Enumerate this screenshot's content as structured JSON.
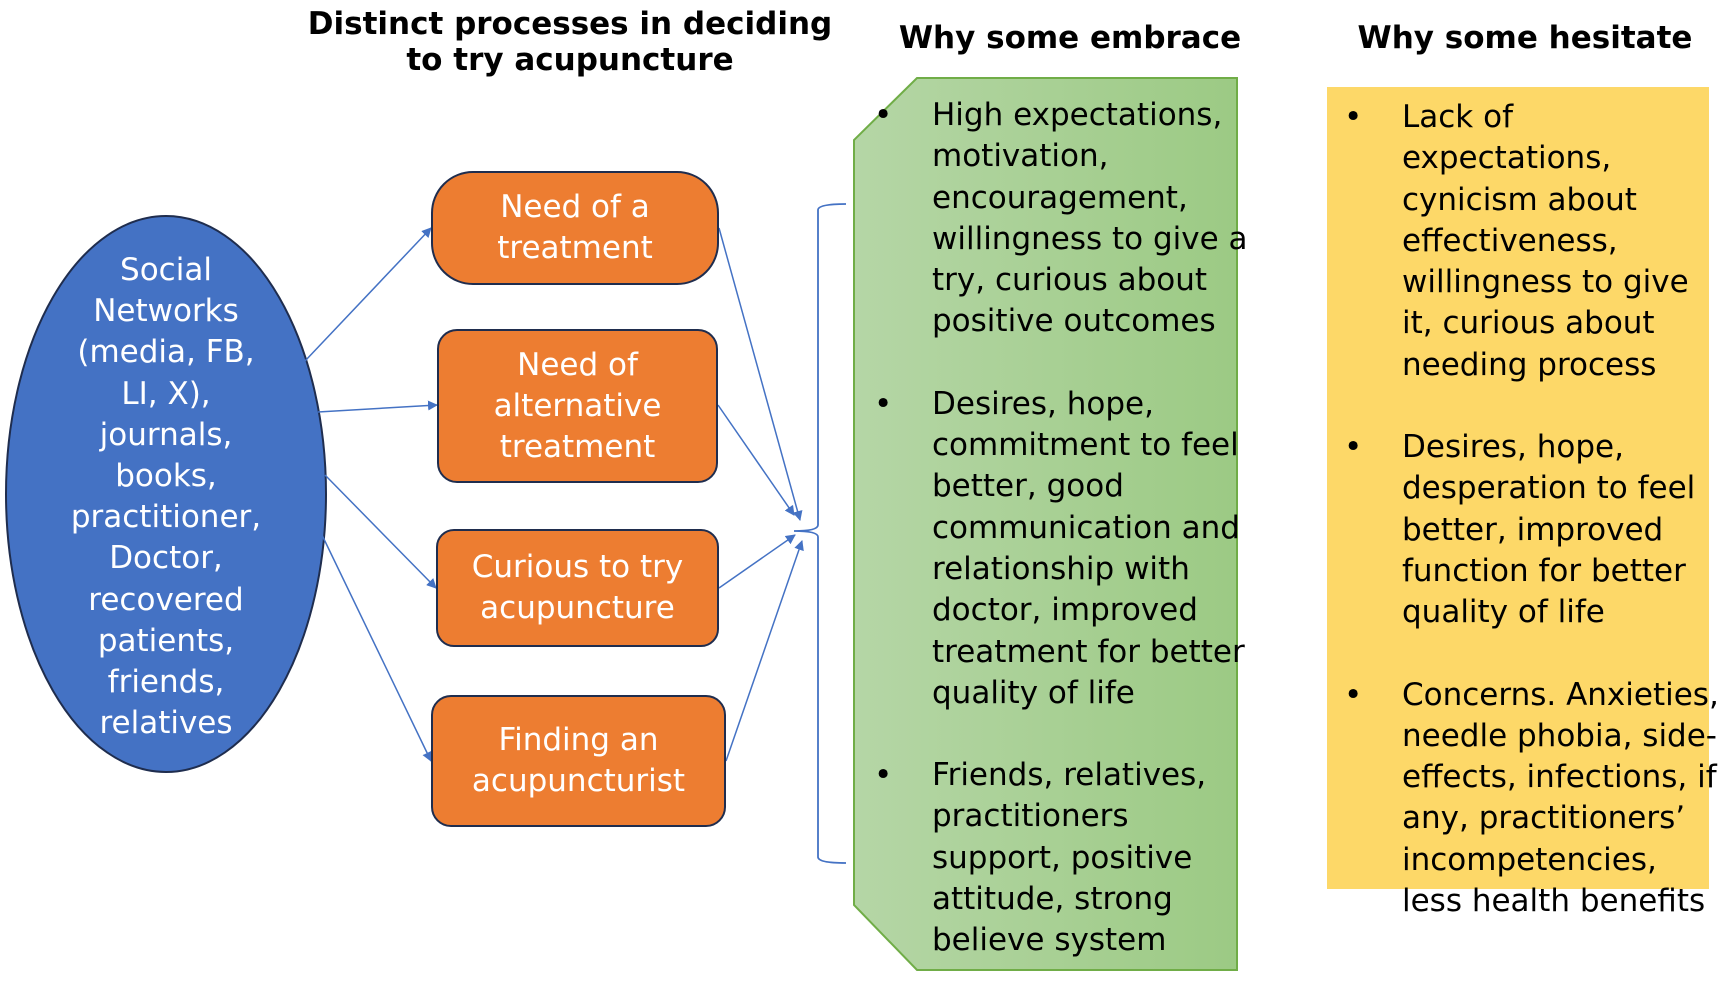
{
  "headings": {
    "process": "Distinct processes in deciding to try acupuncture",
    "embrace": "Why some embrace",
    "hesitate": "Why some hesitate"
  },
  "source_node": {
    "text": "Social Networks (media, FB, LI, X), journals, books, practitioner, Doctor, recovered patients, friends, relatives",
    "lines": [
      "Social",
      "Networks",
      "(media, FB,",
      "LI, X),",
      "journals,",
      "books,",
      "practitioner,",
      "Doctor,",
      "recovered",
      "patients,",
      "friends,",
      "relatives"
    ]
  },
  "process_boxes": [
    {
      "label": "Need of a treatment"
    },
    {
      "label": "Need of alternative treatment"
    },
    {
      "label": "Curious to try acupuncture"
    },
    {
      "label": "Finding an acupuncturist"
    }
  ],
  "embrace_items": [
    {
      "text": "High expectations, motivation, encouragement, willingness to give a try, curious about positive outcomes"
    },
    {
      "text": "Desires, hope, commitment to feel better, good communication and relationship with doctor,  improved treatment for better quality of life"
    },
    {
      "text": "Friends, relatives, practitioners support, positive attitude, strong believe system"
    }
  ],
  "hesitate_items": [
    {
      "text": "Lack of expectations, cynicism about effectiveness, willingness to give it, curious about needing process"
    },
    {
      "text": "Desires, hope, desperation to feel better, improved function for better quality of life"
    },
    {
      "text": "Concerns. Anxieties, needle phobia, side-effects, infections, if any, practitioners’ incompetencies, less health benefits"
    }
  ],
  "bullet_glyph": "•",
  "colors": {
    "source_fill": "#4472C4",
    "process_fill": "#ED7D31",
    "embrace_fill_start": "#B5D6A6",
    "embrace_fill_end": "#9CCA84",
    "embrace_stroke": "#70AD47",
    "hesitate_fill": "#FDD868",
    "connector": "#4472C4"
  }
}
